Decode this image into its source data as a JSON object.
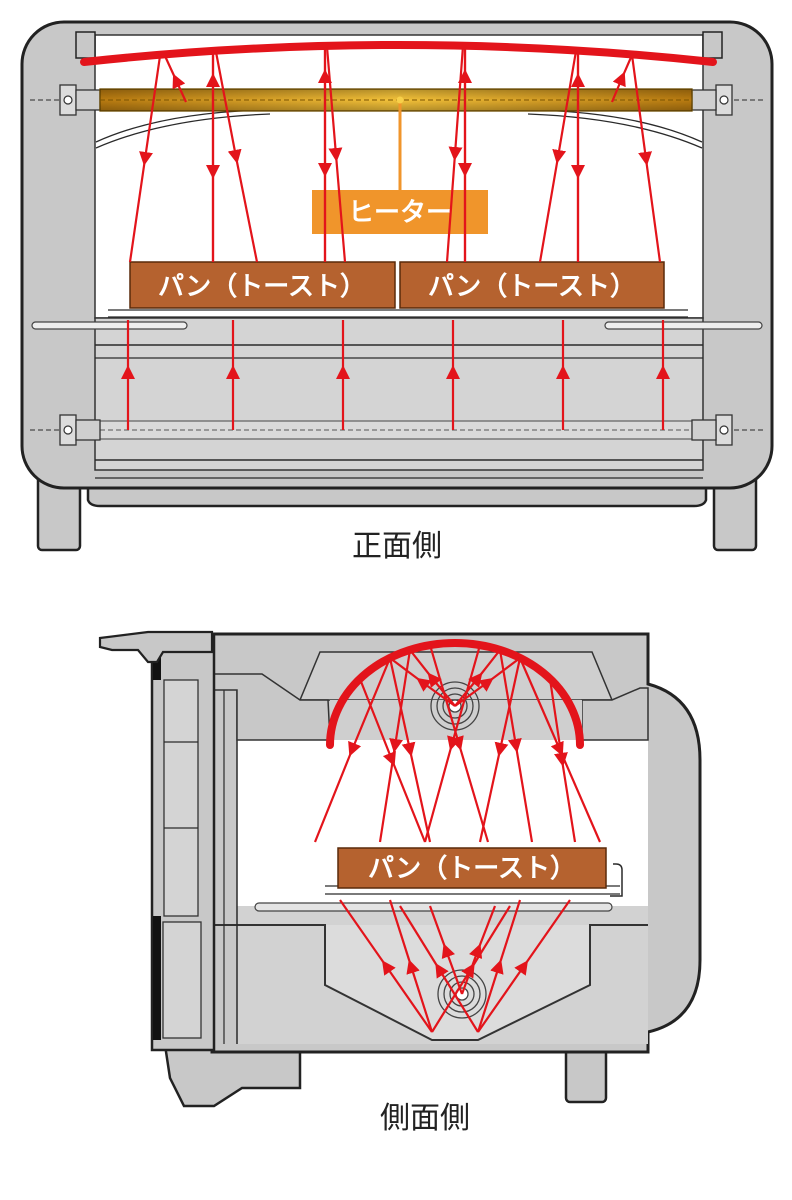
{
  "labels": {
    "heater": "ヒーター",
    "bread_front_left": "パン（トースト）",
    "bread_front_right": "パン（トースト）",
    "bread_side": "パン（トースト）",
    "front_caption": "正面側",
    "side_caption": "側面側"
  },
  "colors": {
    "heat_ray": "#e3141b",
    "heater_label": "#f0952b",
    "bread": "#b5622f",
    "body": "#c8c8c8"
  }
}
